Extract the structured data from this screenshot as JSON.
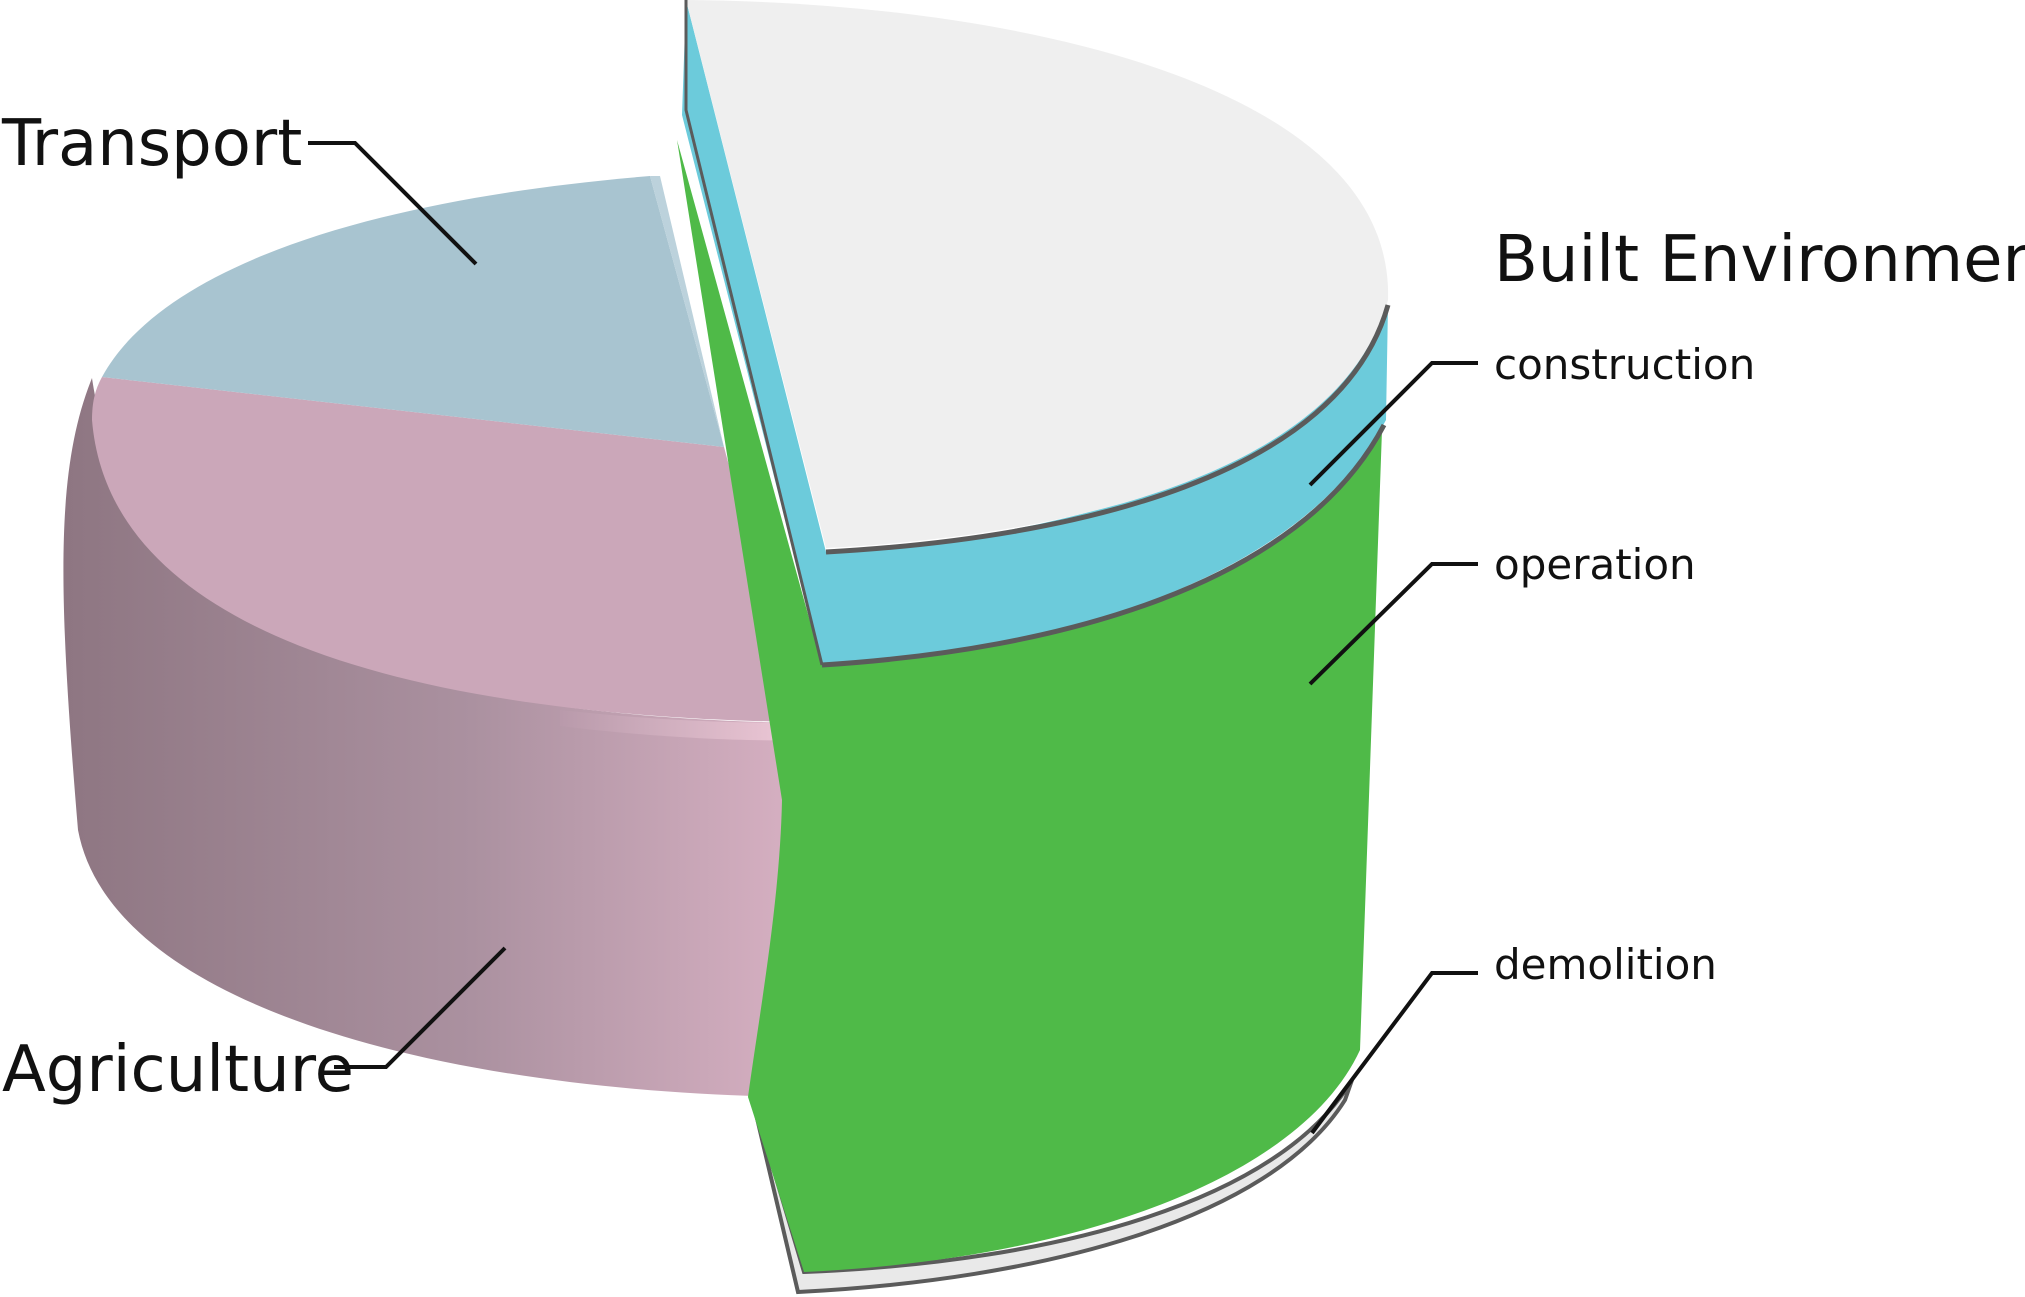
{
  "diagram": {
    "type": "3d-pie",
    "labels": {
      "transport": "Transport",
      "agriculture": "Agriculture",
      "built_environment": "Built Environment",
      "construction": "construction",
      "operation": "operation",
      "demolition": "demolition"
    },
    "colors": {
      "built_environment_top": "#efefef",
      "construction": "#6ccbdb",
      "operation": "#4fba48",
      "demolition": "#e9e9e9",
      "transport_top": "#a8c4d0",
      "agriculture_top": "#cba7b9",
      "agriculture_side_dark": "#937b88",
      "agriculture_side_light": "#d6aec0",
      "leader_lines": "#111111",
      "edge_shadow": "#5b5b5b"
    }
  }
}
